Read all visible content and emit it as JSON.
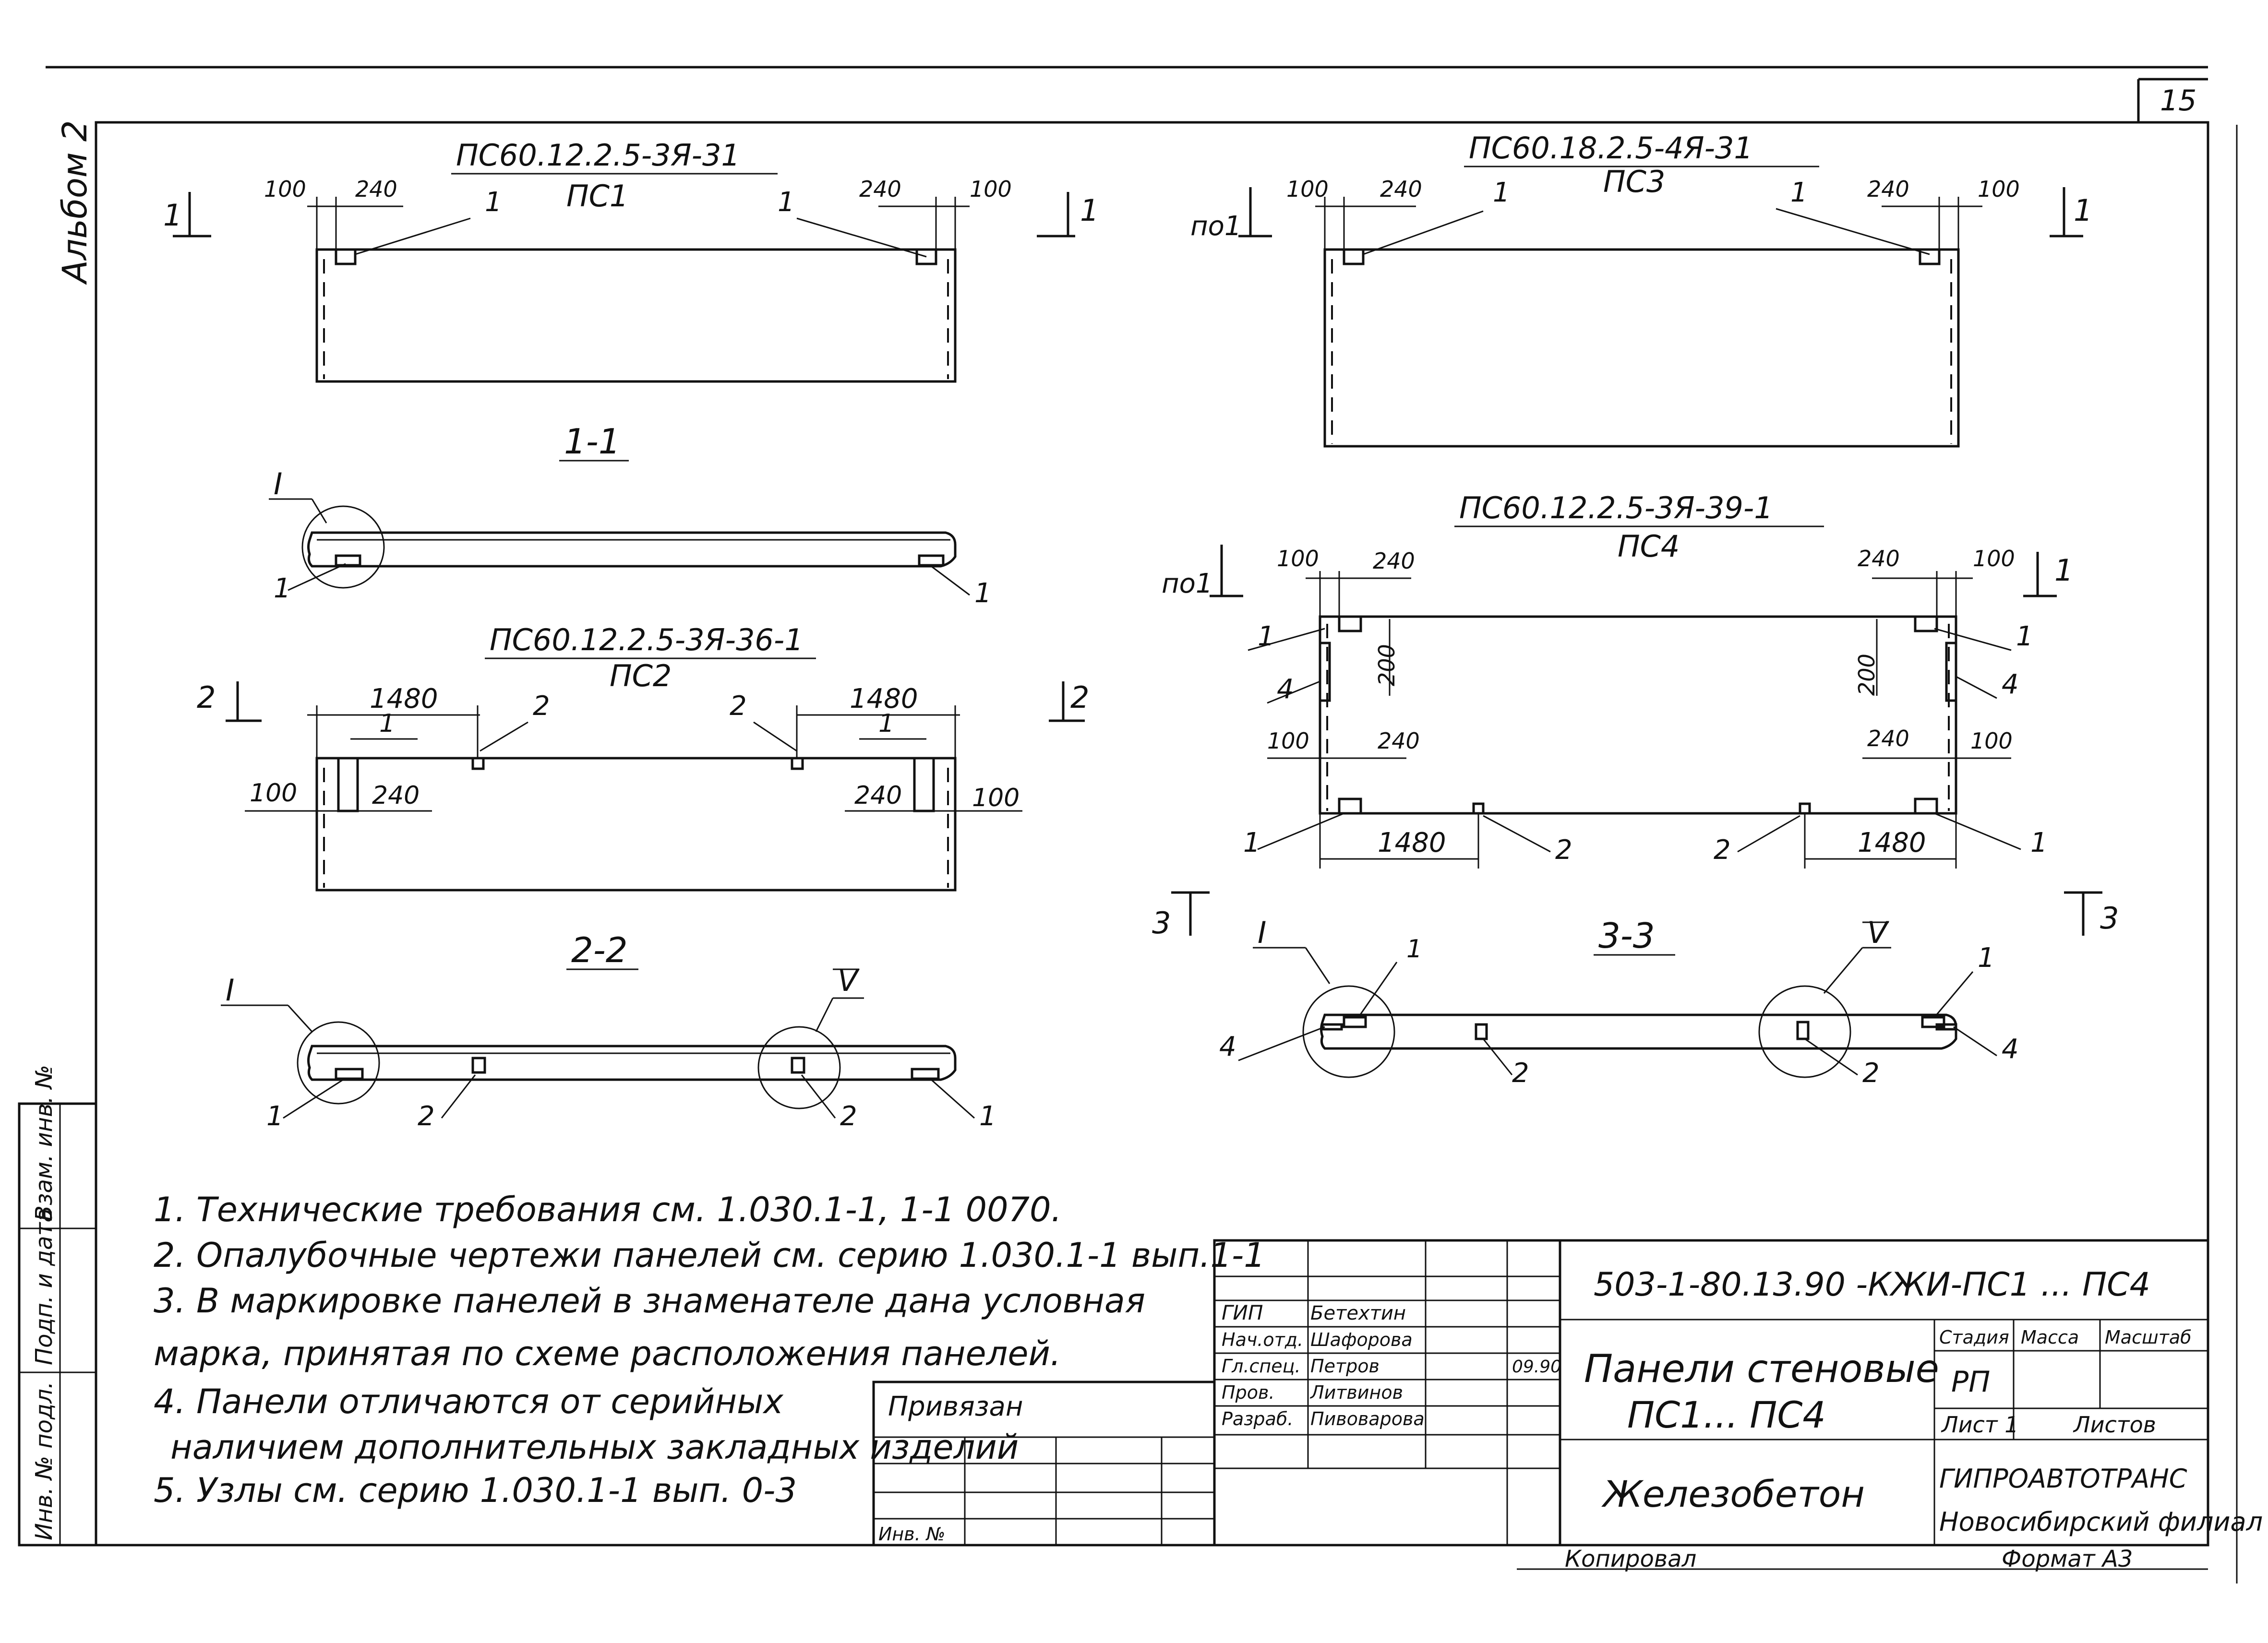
{
  "sheet_number": "15",
  "album": "Альбом 2",
  "panels": {
    "pc1": {
      "mark": "ПС60.12.2.5-3Я-31",
      "short": "ПС1",
      "dims": [
        "100",
        "240",
        "240",
        "100"
      ],
      "pos": "1"
    },
    "pc2": {
      "mark": "ПС60.12.2.5-3Я-36-1",
      "short": "ПС2",
      "dims": [
        "1480",
        "1480",
        "100",
        "240",
        "240",
        "100"
      ],
      "pos": [
        "1",
        "2",
        "2",
        "1"
      ]
    },
    "pc3": {
      "mark": "ПС60.18.2.5-4Я-31",
      "short": "ПС3",
      "dims": [
        "100",
        "240",
        "240",
        "100"
      ],
      "pos": "1"
    },
    "pc4": {
      "mark": "ПС60.12.2.5-3Я-39-1",
      "short": "ПС4",
      "dims": [
        "100",
        "240",
        "240",
        "100",
        "200",
        "200",
        "100",
        "240",
        "240",
        "100",
        "1480",
        "1480"
      ],
      "pos": [
        "1",
        "4",
        "1",
        "4",
        "1",
        "2",
        "2",
        "1"
      ]
    }
  },
  "sections": {
    "s11": "1-1",
    "s22": "2-2",
    "s33": "3-3",
    "marks": {
      "one": "1",
      "two": "2",
      "three": "3",
      "po1": "по1",
      "roman1": "I",
      "roman5": "V"
    }
  },
  "notes": [
    "1. Технические требования см. 1.030.1-1, 1-1 0070.",
    "2. Опалубочные чертежи панелей см. серию 1.030.1-1 вып.1-1",
    "3. В маркировке панелей в знаменателе дана условная",
    "марка, принятая по схеме расположения панелей.",
    "4. Панели отличаются от серийных",
    "наличием дополнительных закладных изделий",
    "5. Узлы см. серию 1.030.1-1 вып. 0-3"
  ],
  "stamp": {
    "doc_code": "503-1-80.13.90 -КЖИ-ПС1 ... ПС4",
    "title_line1": "Панели стеновые",
    "title_line2": "ПС1... ПС4",
    "material": "Железобетон",
    "stage_label": "Стадия",
    "mass_label": "Масса",
    "scale_label": "Масштаб",
    "stage_value": "РП",
    "sheet_label": "Лист 1",
    "sheets_label": "Листов",
    "org_line1": "ГИПРОАВТОТРАНС",
    "org_line2": "Новосибирский филиал",
    "signers": [
      {
        "role": "ГИП",
        "name": "Бетехтин"
      },
      {
        "role": "Нач.отд.",
        "name": "Шафорова"
      },
      {
        "role": "Гл.спец.",
        "name": "Петров"
      },
      {
        "role": "Пров.",
        "name": "Литвинов"
      },
      {
        "role": "Разраб.",
        "name": "Пивоварова"
      }
    ],
    "date": "09.90",
    "privyazan": "Привязан",
    "inv_no": "Инв. №",
    "copied": "Копировал",
    "format": "Формат А3"
  },
  "side_labels": {
    "vzam": "Взам. инв. №",
    "podp": "Подп. и дата",
    "inv": "Инв. № подл."
  }
}
